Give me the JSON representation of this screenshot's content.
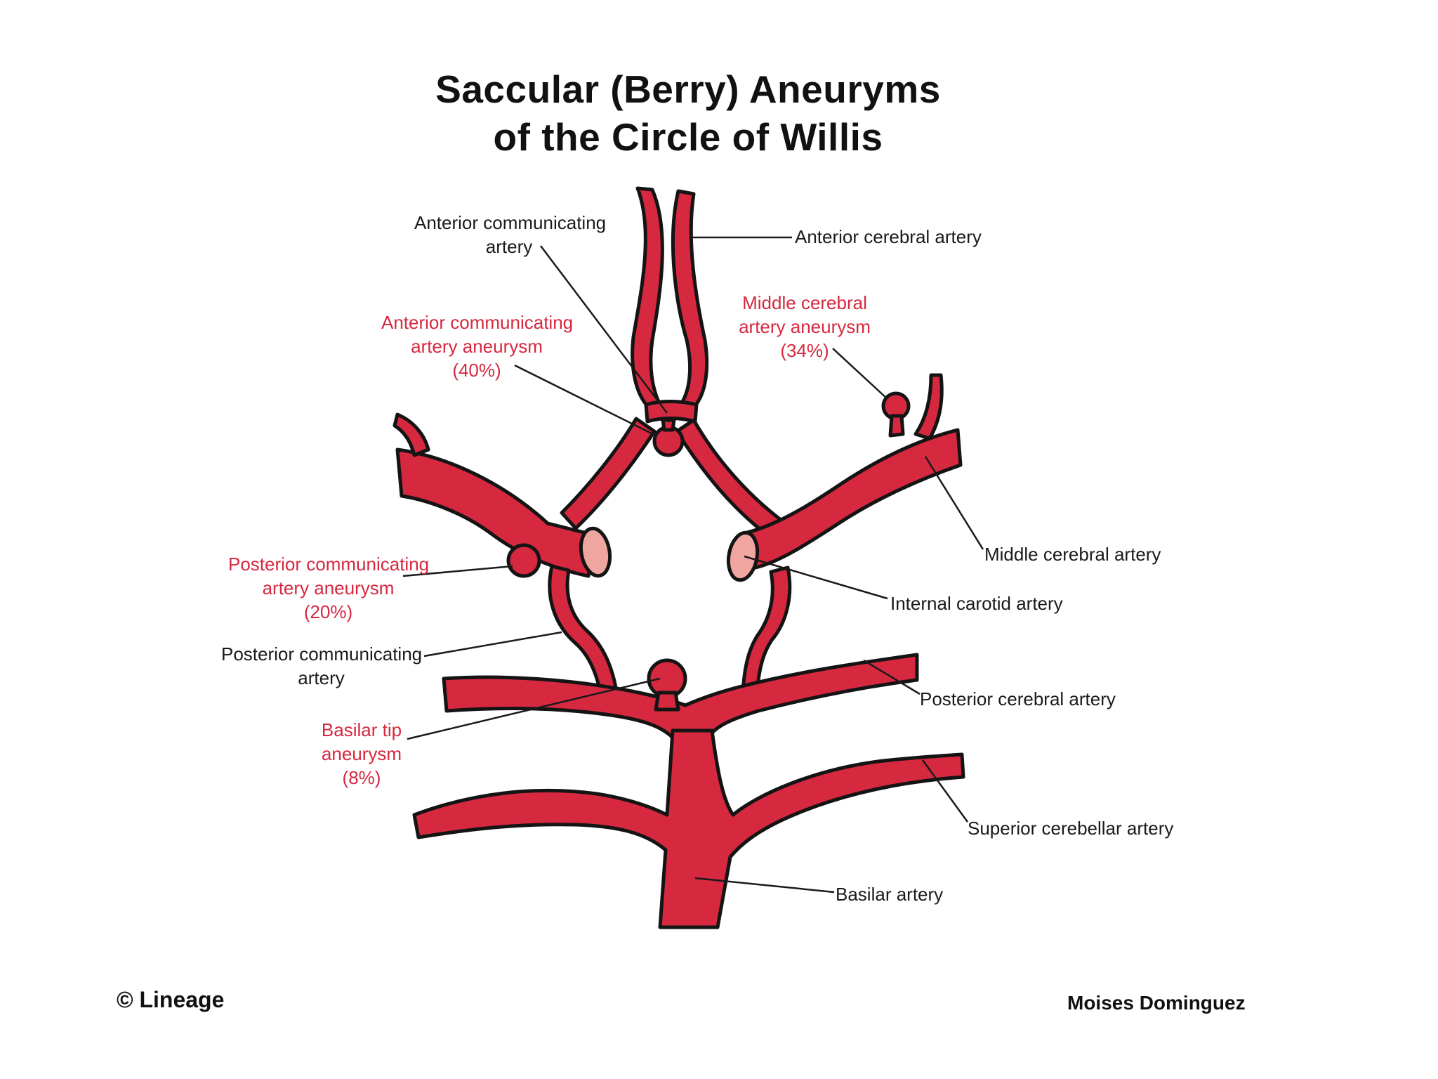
{
  "title": {
    "line1": "Saccular (Berry) Aneuryms",
    "line2": "of the Circle of Willis"
  },
  "labels": {
    "acomm_artery": [
      "Anterior communicating",
      "artery"
    ],
    "aca": "Anterior cerebral artery",
    "acomm_aneurysm": [
      "Anterior communicating",
      "artery aneurysm",
      "(40%)"
    ],
    "mca_aneurysm": [
      "Middle cerebral",
      "artery aneurysm",
      "(34%)"
    ],
    "mca": "Middle cerebral artery",
    "pcomm_aneurysm": [
      "Posterior communicating",
      "artery aneurysm",
      "(20%)"
    ],
    "ica": "Internal carotid artery",
    "pcomm_artery": [
      "Posterior communicating",
      "artery"
    ],
    "pca": "Posterior cerebral artery",
    "basilar_tip": [
      "Basilar tip",
      "aneurysm",
      "(8%)"
    ],
    "sca": "Superior cerebellar artery",
    "basilar": "Basilar artery"
  },
  "footer": {
    "copyright": "© Lineage",
    "author": "Moises Dominguez"
  },
  "colors": {
    "artery_fill": "#d6283f",
    "artery_outline": "#141414",
    "vessel_lumen": "#f0a6a0",
    "aneurysm_label": "#d6283f",
    "structure_label": "#1a1a1a"
  }
}
